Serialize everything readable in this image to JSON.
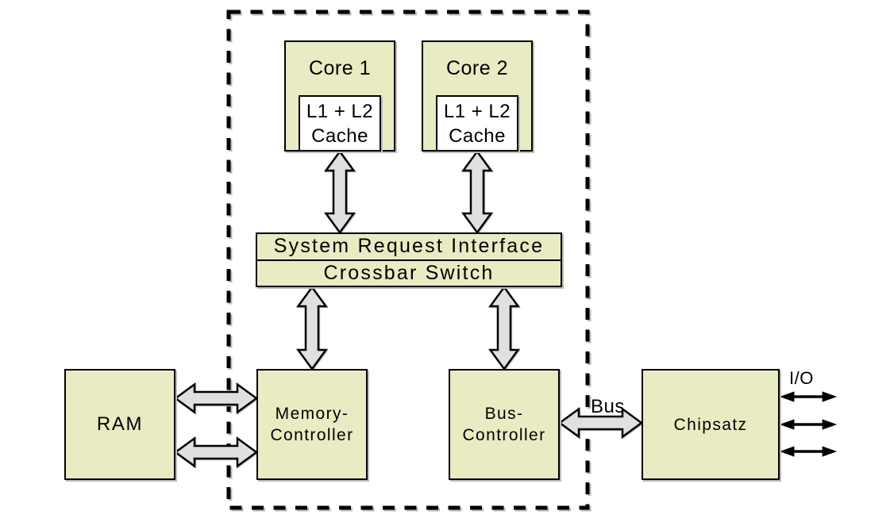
{
  "diagram_type": "dual-core CPU architecture block diagram",
  "colors": {
    "background": "#ffffff",
    "box_fill": "#e9ebc3",
    "cache_fill": "#ffffff",
    "arrow_fill": "#e0e0e0",
    "line": "#000000",
    "shadow": "#bcbcbc"
  },
  "nodes": {
    "core1": {
      "label": "Core 1"
    },
    "core2": {
      "label": "Core 2"
    },
    "cache1": {
      "line1": "L1 + L2",
      "line2": "Cache"
    },
    "cache2": {
      "line1": "L1 + L2",
      "line2": "Cache"
    },
    "sri": {
      "label": "System Request Interface"
    },
    "crossbar": {
      "label": "Crossbar Switch"
    },
    "ram": {
      "label": "RAM"
    },
    "memctrl": {
      "line1": "Memory-",
      "line2": "Controller"
    },
    "busctrl": {
      "line1": "Bus-",
      "line2": "Controller"
    },
    "chipsatz": {
      "label": "Chipsatz"
    }
  },
  "labels": {
    "bus": "Bus",
    "io": "I/O"
  },
  "connections": [
    {
      "from": "cache1",
      "to": "sri",
      "style": "wide-double-arrow"
    },
    {
      "from": "cache2",
      "to": "sri",
      "style": "wide-double-arrow"
    },
    {
      "from": "crossbar",
      "to": "memctrl",
      "style": "wide-double-arrow"
    },
    {
      "from": "crossbar",
      "to": "busctrl",
      "style": "wide-double-arrow"
    },
    {
      "from": "ram",
      "to": "memctrl",
      "style": "wide-double-arrow",
      "count": 2
    },
    {
      "from": "busctrl",
      "to": "chipsatz",
      "style": "wide-double-arrow",
      "label": "Bus"
    },
    {
      "from": "chipsatz",
      "to": "external",
      "style": "thin-double-arrow",
      "count": 3,
      "label": "I/O"
    }
  ],
  "die_boundary": "dashed rectangle enclosing cores, caches, SRI, crossbar, memory- and bus-controller"
}
